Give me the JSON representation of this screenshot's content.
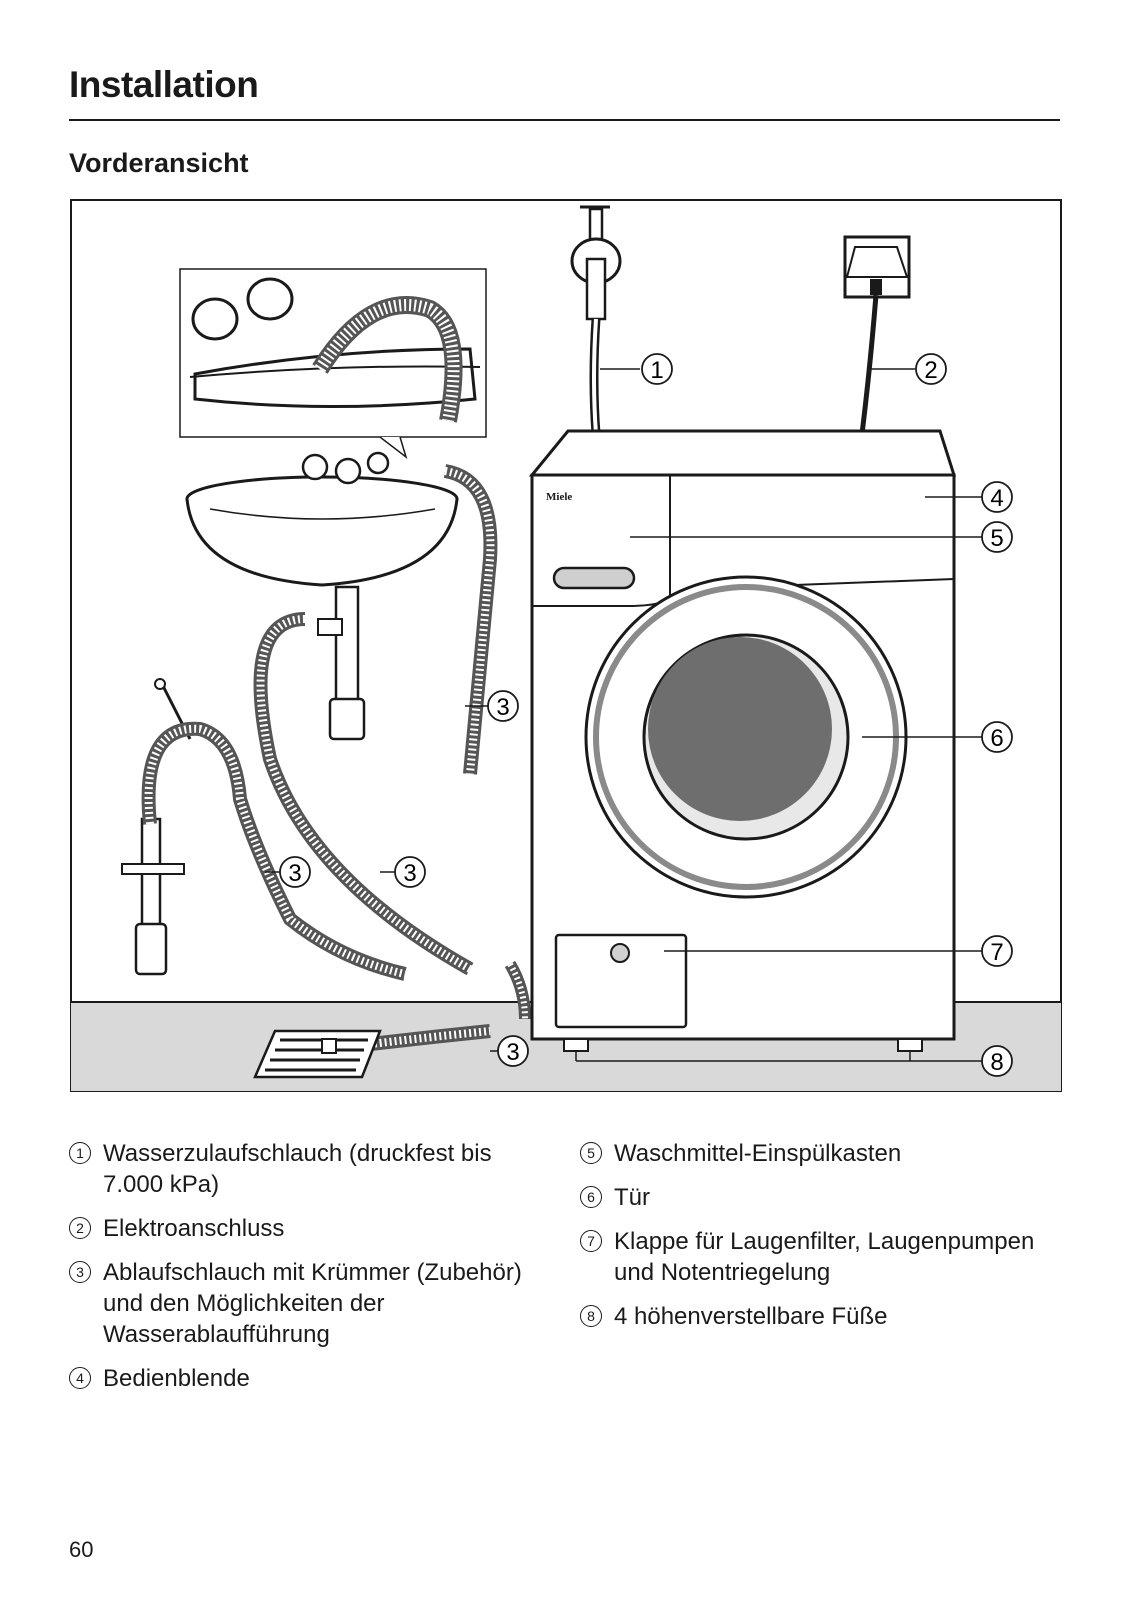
{
  "header": {
    "title": "Installation",
    "subtitle": "Vorderansicht"
  },
  "figure": {
    "brand": "Miele",
    "callouts": [
      "1",
      "2",
      "3",
      "4",
      "5",
      "6",
      "7",
      "8"
    ]
  },
  "legend": {
    "left": [
      {
        "num": "1",
        "text": "Wasserzulaufschlauch (druckfest bis 7.000 kPa)"
      },
      {
        "num": "2",
        "text": "Elektroanschluss"
      },
      {
        "num": "3",
        "text": "Ablaufschlauch mit Krümmer (Zubehör) und den Möglichkeiten der Wasserablaufführung"
      },
      {
        "num": "4",
        "text": "Bedienblende"
      }
    ],
    "right": [
      {
        "num": "5",
        "text": "Waschmittel-Einspülkasten"
      },
      {
        "num": "6",
        "text": "Tür"
      },
      {
        "num": "7",
        "text": "Klappe für Laugenfilter, Laugenpumpen und Notentriegelung"
      },
      {
        "num": "8",
        "text": "4 höhenverstellbare Füße"
      }
    ]
  },
  "footer": {
    "page_number": "60"
  }
}
